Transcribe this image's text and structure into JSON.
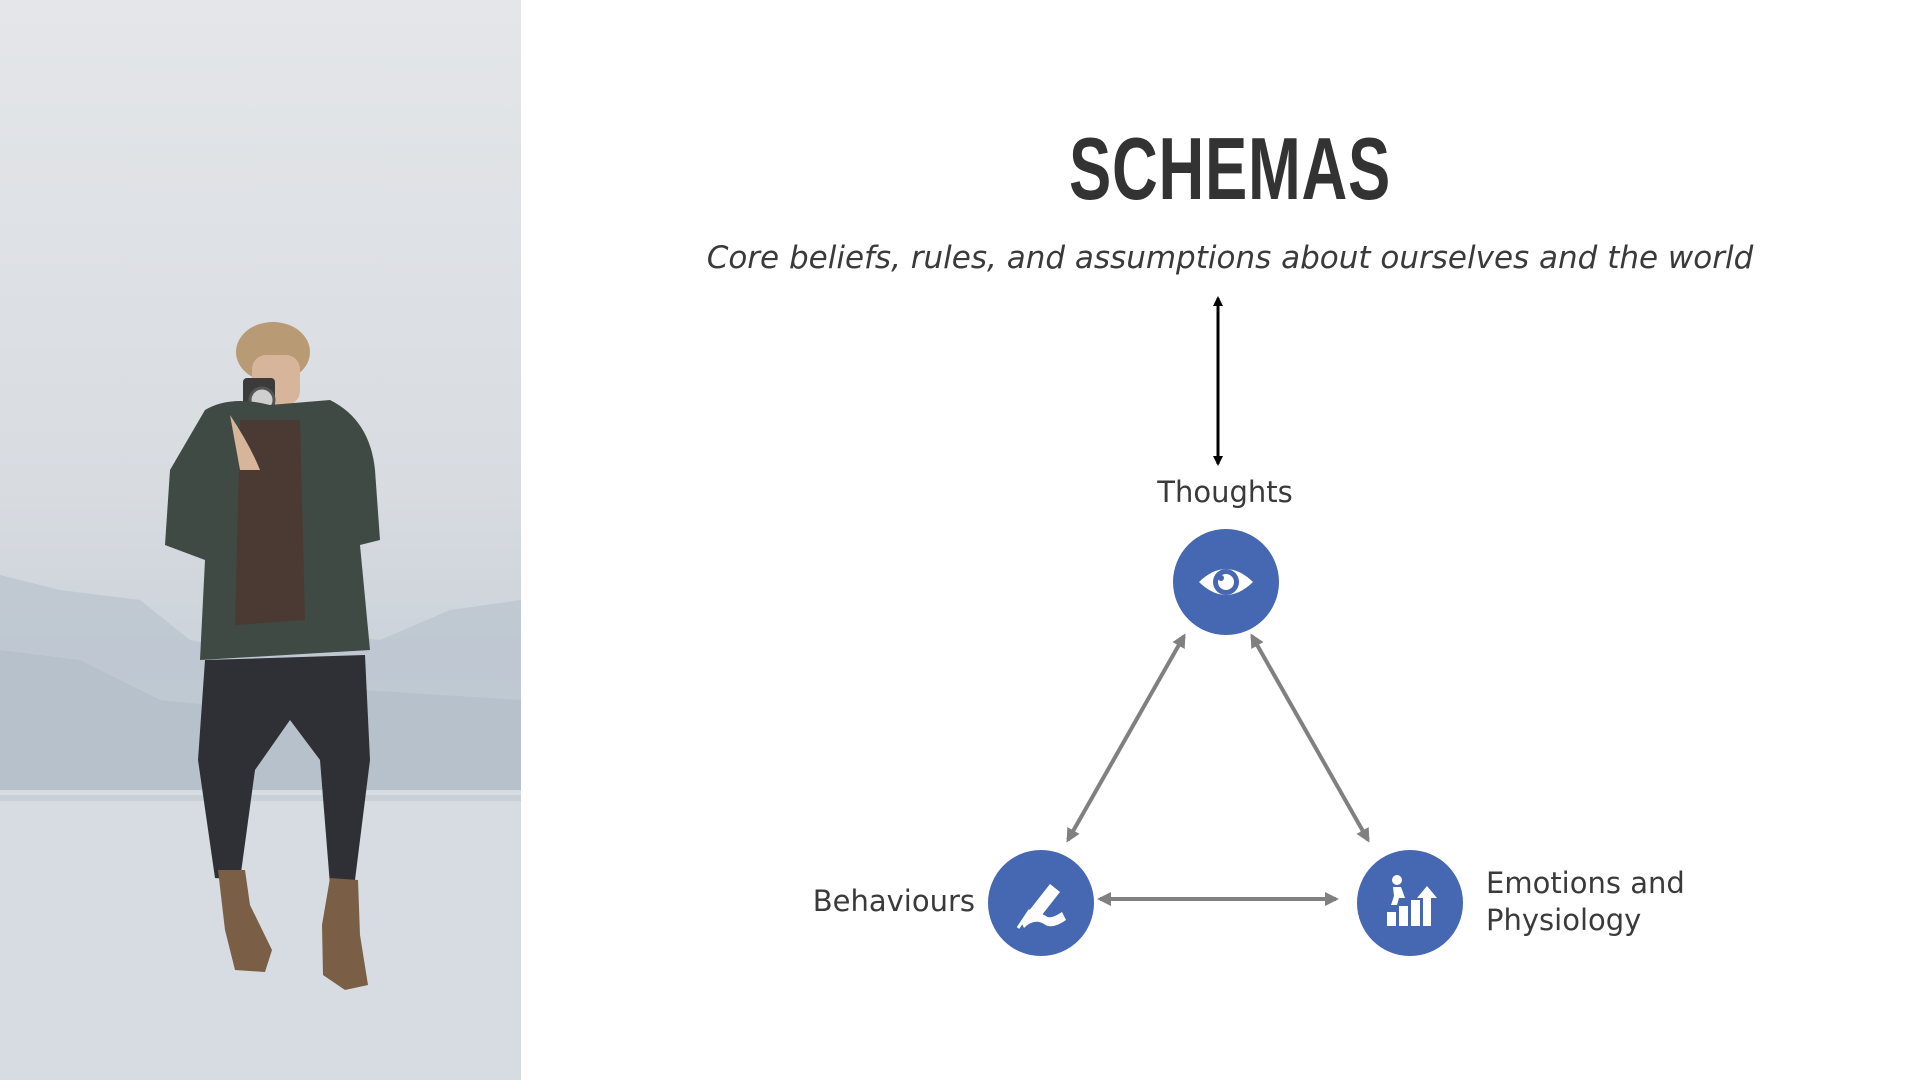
{
  "slide": {
    "title": "SCHEMAS",
    "subtitle": "Core beliefs, rules, and assumptions about ourselves and the world"
  },
  "diagram": {
    "nodes": [
      {
        "id": "thoughts",
        "label": "Thoughts",
        "icon": "eye-icon"
      },
      {
        "id": "behaviours",
        "label": "Behaviours",
        "icon": "pencil-writing-icon"
      },
      {
        "id": "emotions",
        "label_line1": "Emotions and",
        "label_line2": "Physiology",
        "icon": "stairs-growth-icon"
      }
    ],
    "connectors": [
      {
        "from": "schemas",
        "to": "thoughts",
        "style": "bidirectional",
        "color": "#000000"
      },
      {
        "from": "thoughts",
        "to": "behaviours",
        "style": "bidirectional",
        "color": "#808080"
      },
      {
        "from": "thoughts",
        "to": "emotions",
        "style": "bidirectional",
        "color": "#808080"
      },
      {
        "from": "behaviours",
        "to": "emotions",
        "style": "bidirectional",
        "color": "#808080"
      }
    ]
  },
  "colors": {
    "node_fill": "#4667b1",
    "title_text": "#333333",
    "connector_gray": "#808080"
  }
}
